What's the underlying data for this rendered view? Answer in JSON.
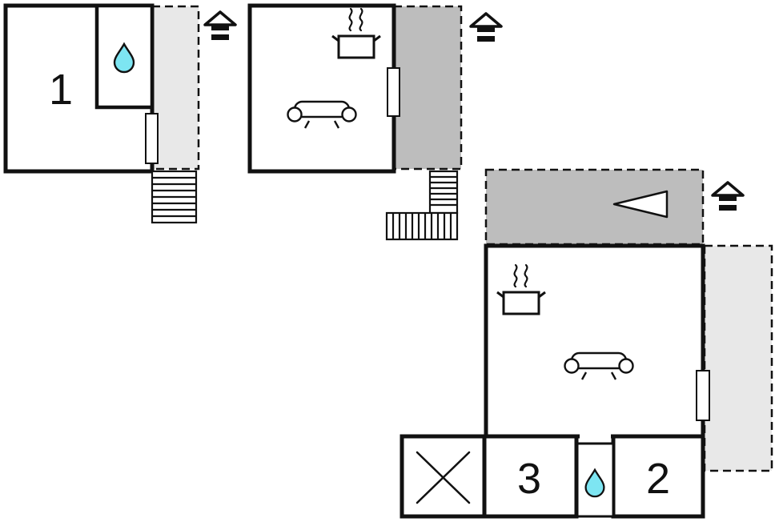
{
  "colors": {
    "background": "#ffffff",
    "wall": "#111111",
    "terrace_light": "#e8e8e8",
    "terrace_dark": "#bdbdbd",
    "water_drop": "#7de5f2",
    "icon_stroke": "#111111"
  },
  "labels": {
    "room1": "1",
    "room2": "2",
    "room3": "3"
  },
  "icons": {
    "entrance_marker": "house-icon",
    "bathroom": "water-drop-icon",
    "kitchen": "pot-steam-icon",
    "living_area": "sofa-icon",
    "stairs": "stairs-icon",
    "terrace_direction": "left-triangle-arrow-icon",
    "unused_area": "x-cross-icon",
    "door": "door-leaf-icon"
  }
}
